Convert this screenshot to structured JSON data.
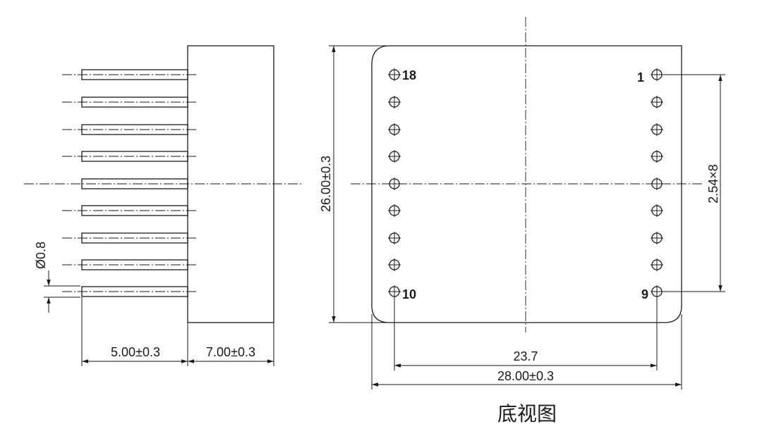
{
  "side_view": {
    "pin_diameter_label": "Ø0.8",
    "pin_length_label": "5.00±0.3",
    "body_height_label": "7.00±0.3"
  },
  "bottom_view": {
    "height_label": "26.00±0.3",
    "pitch_label": "2.54×8",
    "pin_row_spacing_label": "23.7",
    "width_label": "28.00±0.3",
    "pin_labels": {
      "top_left": "18",
      "top_right": "1",
      "bottom_left": "10",
      "bottom_right": "9"
    },
    "caption": "底视图"
  }
}
